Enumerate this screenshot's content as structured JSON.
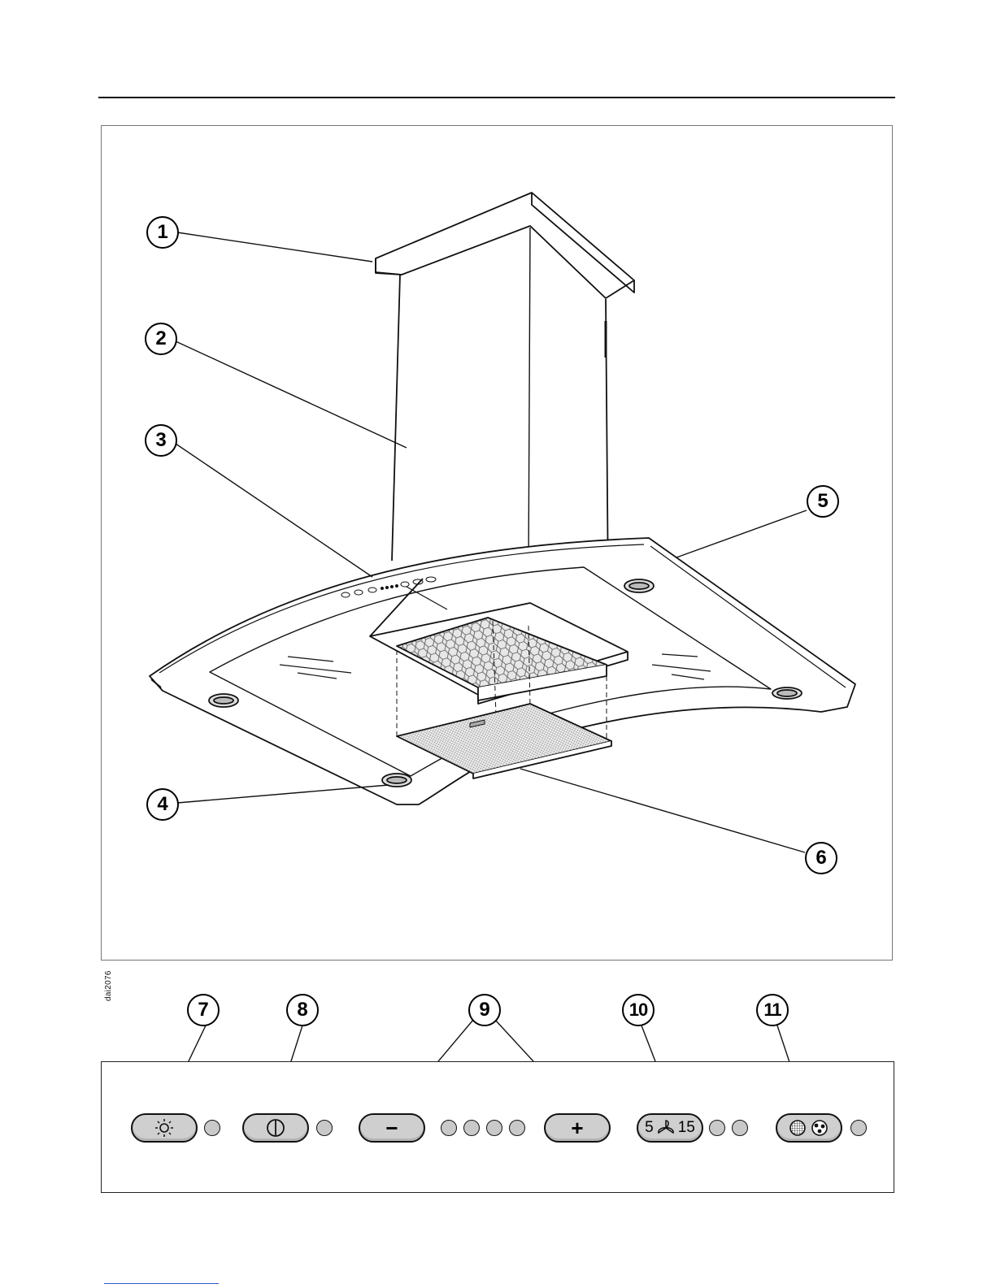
{
  "document": {
    "code": "dai2076"
  },
  "hood_diagram": {
    "callouts": [
      {
        "number": "1"
      },
      {
        "number": "2"
      },
      {
        "number": "3"
      },
      {
        "number": "4"
      },
      {
        "number": "5"
      },
      {
        "number": "6"
      }
    ]
  },
  "control_panel": {
    "callouts": [
      {
        "number": "7"
      },
      {
        "number": "8"
      },
      {
        "number": "9"
      },
      {
        "number": "10"
      },
      {
        "number": "11"
      }
    ],
    "buttons": [
      {
        "icon": "light-icon"
      },
      {
        "icon": "power-icon"
      },
      {
        "icon": "minus-icon",
        "label": "−"
      },
      {
        "icon": "plus-icon",
        "label": "+"
      },
      {
        "icon": "fan-timer-icon",
        "label_left": "5",
        "label_right": "15"
      },
      {
        "icon": "filter-saturation-icon"
      }
    ],
    "indicator_colors": {
      "led": "#c9c9c9",
      "button": "#cfcfcf"
    }
  }
}
